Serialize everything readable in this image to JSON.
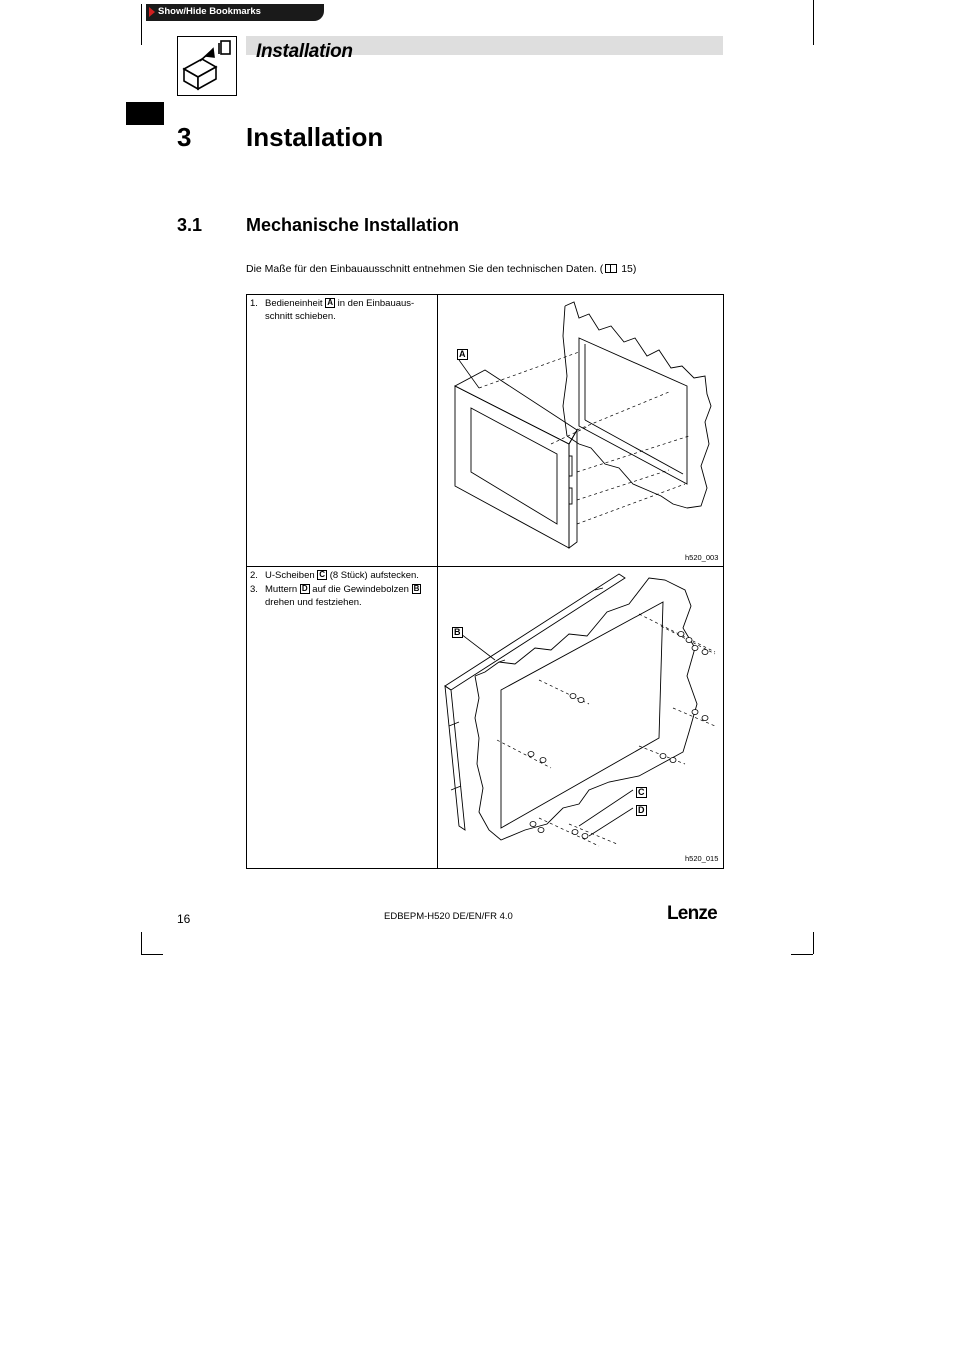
{
  "bookmark_tab": {
    "label": "Show/Hide Bookmarks"
  },
  "header": {
    "title": "Installation",
    "icon": "installation-box-icon"
  },
  "chapter": {
    "number": "3",
    "title": "Installation"
  },
  "section": {
    "number": "3.1",
    "title": "Mechanische Installation"
  },
  "intro": {
    "text": "Die Maße für den Einbauausschnitt entnehmen Sie den technischen Daten. (",
    "page_ref": "15)"
  },
  "steps": [
    {
      "num": "1.",
      "a": "Bedieneinheit ",
      "box": "A",
      "b": " in den Einbauaus-schnitt schieben."
    },
    {
      "num": "2.",
      "a": "U-Scheiben ",
      "box": "C",
      "b": " (8 Stück) aufstecken."
    },
    {
      "num": "3.",
      "a": "Muttern ",
      "box": "D",
      "b": " auf die Gewindebolzen ",
      "box2": "B",
      "c": " drehen und festziehen."
    }
  ],
  "figures": [
    {
      "id": "h520_003",
      "callouts": [
        "A"
      ]
    },
    {
      "id": "h520_015",
      "callouts": [
        "B",
        "C",
        "D"
      ]
    }
  ],
  "footer": {
    "page": "16",
    "doc": "EDBEPM-H520 DE/EN/FR 4.0",
    "brand": "Lenze"
  }
}
